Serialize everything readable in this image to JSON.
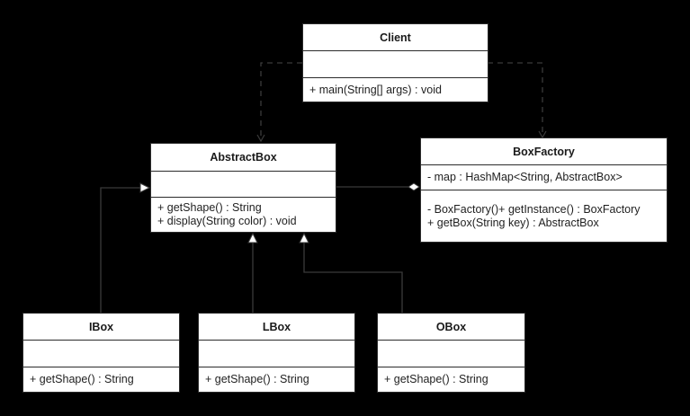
{
  "diagram": {
    "type": "uml-class-diagram",
    "title": "Singleton Factory Box UML Class Diagram",
    "background_color": "#000000",
    "box_fill": "#ffffff",
    "box_border": "#2b2b2b",
    "edge_color": "#3a3a3a"
  },
  "classes": {
    "client": {
      "name": "Client",
      "attributes": [],
      "operations": [
        "+ main(String[] args) : void"
      ]
    },
    "abstract_box": {
      "name": "AbstractBox",
      "attributes": [],
      "operations": [
        "+ getShape() : String",
        "+ display(String color) : void"
      ]
    },
    "box_factory": {
      "name": "BoxFactory",
      "attributes": [
        "- map : HashMap<String, AbstractBox>"
      ],
      "operations": [
        "- BoxFactory()+ getInstance() : BoxFactory",
        "+ getBox(String key) : AbstractBox"
      ]
    },
    "ibox": {
      "name": "IBox",
      "attributes": [],
      "operations": [
        "+ getShape() : String"
      ]
    },
    "lbox": {
      "name": "LBox",
      "attributes": [],
      "operations": [
        "+ getShape() : String"
      ]
    },
    "obox": {
      "name": "OBox",
      "attributes": [],
      "operations": [
        "+ getShape() : String"
      ]
    }
  },
  "relationships": [
    {
      "id": "client-to-abstractbox",
      "type": "dependency",
      "from": "Client",
      "to": "AbstractBox",
      "style": "dashed",
      "arrow": "open"
    },
    {
      "id": "client-to-boxfactory",
      "type": "dependency",
      "from": "Client",
      "to": "BoxFactory",
      "style": "dashed",
      "arrow": "open"
    },
    {
      "id": "boxfactory-aggregates-abstractbox",
      "type": "aggregation",
      "from": "BoxFactory",
      "to": "AbstractBox",
      "style": "solid",
      "arrow": "hollow-diamond"
    },
    {
      "id": "ibox-extends-abstractbox",
      "type": "generalization",
      "from": "IBox",
      "to": "AbstractBox",
      "style": "solid",
      "arrow": "hollow-triangle"
    },
    {
      "id": "lbox-extends-abstractbox",
      "type": "generalization",
      "from": "LBox",
      "to": "AbstractBox",
      "style": "solid",
      "arrow": "hollow-triangle"
    },
    {
      "id": "obox-extends-abstractbox",
      "type": "generalization",
      "from": "OBox",
      "to": "AbstractBox",
      "style": "solid",
      "arrow": "hollow-triangle"
    }
  ]
}
